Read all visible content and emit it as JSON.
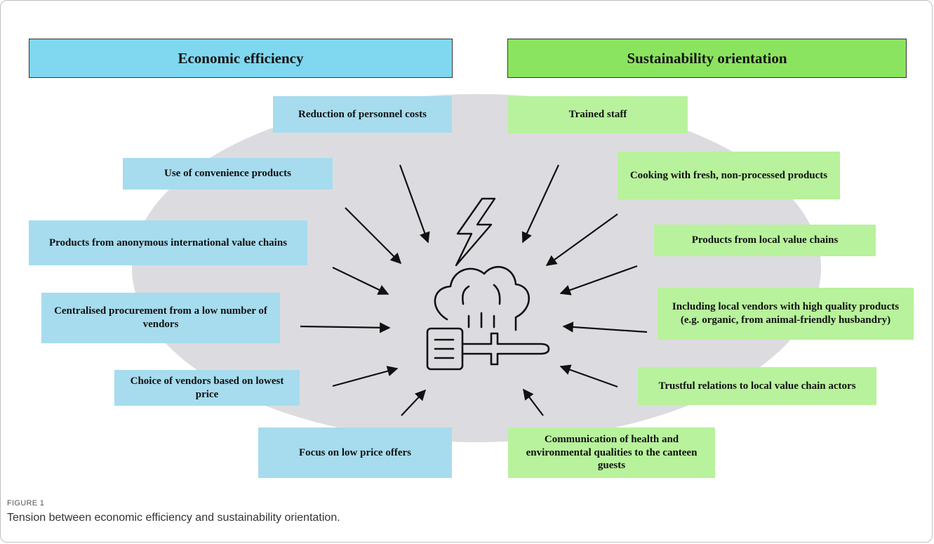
{
  "headers": {
    "economic": {
      "label": "Economic efficiency",
      "color": "#7fd7f0"
    },
    "sustainability": {
      "label": "Sustainability orientation",
      "color": "#8be45f"
    }
  },
  "economic_items": [
    "Reduction of personnel costs",
    "Use of convenience products",
    "Products from anonymous international value chains",
    "Centralised procurement from a low number of\nvendors",
    "Choice of vendors based on lowest price",
    "Focus on low price offers"
  ],
  "sustainability_items": [
    "Trained staff",
    "Cooking with fresh, non-processed products",
    "Products from local value chains",
    "Including local vendors with high quality products (e.g. organic, from animal-friendly husbandry)",
    "Trustful relations to local value chain actors",
    "Communication of health and environmental qualities to the canteen guests"
  ],
  "center_icons": [
    "lightning-icon",
    "chef-hat-icon",
    "spatula-icon"
  ],
  "colors": {
    "item_blue": "#a6dcee",
    "item_green": "#b8f29c",
    "ellipse": "#dcdce0"
  },
  "caption": {
    "label": "FIGURE 1",
    "text": "Tension between economic efficiency and sustainability orientation."
  }
}
